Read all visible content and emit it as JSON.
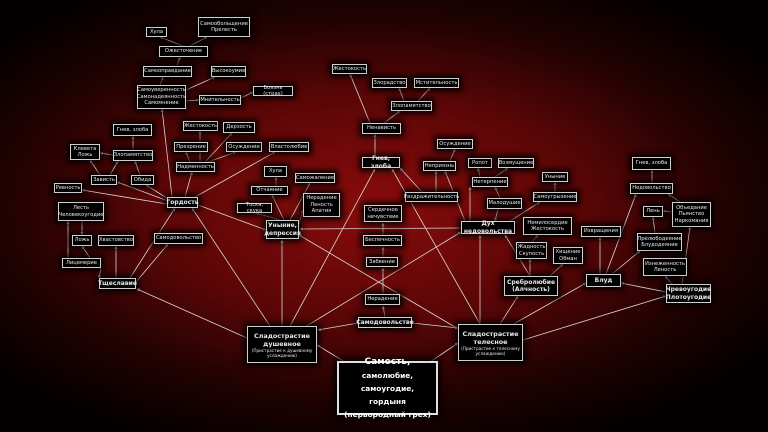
{
  "nodes": {
    "samoobolshenie": "Самообольщение\nПрелесть",
    "hula1": "Хула",
    "ozhestochenie": "Ожесточение",
    "samoopravdanie": "Самооправдание",
    "vysokoumie": "Высокоумие",
    "samouverennost": "Самоуверенность\nСамонадеянность\nСамомнение",
    "mnitelnost": "Мнительность",
    "boyazn": "Боязнь (страх)",
    "gnev_left": "Гнев, злоба",
    "zhestokost_left": "Жестокость",
    "derzost": "Дерзость",
    "kleveta": "Клевета\nЛожь",
    "zlopamyatstvo_left": "Злопамятство",
    "prezrenie": "Презрение",
    "osuzhdenie_left": "Осуждение",
    "vlastolubie": "Властолюбие",
    "nadmennost": "Надменность",
    "zavist": "Зависть",
    "obida": "Обида",
    "revnost": "Ревность",
    "gordost": "Гордость",
    "lest": "Лесть\nЧеловекоугодие",
    "lozh": "Ложь",
    "hvastovstvo": "Хвастовство",
    "samodovolstvo_left": "Самодовольство",
    "licemerie": "Лицемерие",
    "tshcheslavie": "Тщеславие",
    "hula2": "Хула",
    "otchayanie": "Отчаяние",
    "samozhalenie": "Саможаление",
    "toska": "Тоска, скука",
    "neradenie_lenost": "Нерадение\nЛеность\nАпатия",
    "unynie": "Уныние,\nдепрессия",
    "zhestokost_top": "Жестокость",
    "zloradstvo": "Злорадство",
    "mstitelnost": "Мстительность",
    "zlopamyatstvo_mid": "Злопамятство",
    "nenavist": "Ненависть",
    "gnev_mid": "Гнев, злоба",
    "osuzhdenie_mid": "Осуждение",
    "nepriyazn": "Неприязнь",
    "ropot": "Ропот",
    "vozmushchenie": "Возмущение",
    "neterpenie": "Нетерпение",
    "unynie_small": "Уныние",
    "razdrazhitelnost": "Раздражительность",
    "malodushie": "Малодушие",
    "samougryzenie": "Самоугрызение",
    "serdechnoe": "Сердечное\nнечувствие",
    "duh": "Дух недовольства",
    "nemiloserdie": "Немилосердие\nЖестокость",
    "bespechnost": "Беспечность",
    "zabvenie": "Забвение",
    "zhadnost": "Жадность\nСкупость",
    "hishchenie": "Хищение\nОбман",
    "srebrolubie": "Сребролюбие\n(Алчность)",
    "neradenie_mid": "Нерадение",
    "gnev_right": "Гнев, злоба",
    "nedovolstvo": "Недовольство",
    "len": "Лень",
    "obedanie": "Объедание\nПьянство\nНаркомания",
    "izvrashcheniya": "Извращения",
    "prelubodeyanie": "Прелюбодеяние\nБлудодеяние",
    "iznezhennost": "Изнеженность\nЛеность",
    "blud": "Блуд",
    "chrevougodie": "Чревоугодие\nПлотоугодие",
    "samodovolstvo_center": "Самодовольство"
  },
  "dushevnoe": {
    "title": "Сладострастие\nдушевное",
    "sub": "(Пристрастие к душевному\nуслаждению)"
  },
  "telesnoe": {
    "title": "Сладострастие\nтелесное",
    "sub": "(Пристрастие к телесному\nуслаждению)"
  },
  "root": {
    "line1": "Самость,",
    "line2": "самолюбие, самоугодие,",
    "line3": "гордыня",
    "line4": "(первородный грех)"
  }
}
